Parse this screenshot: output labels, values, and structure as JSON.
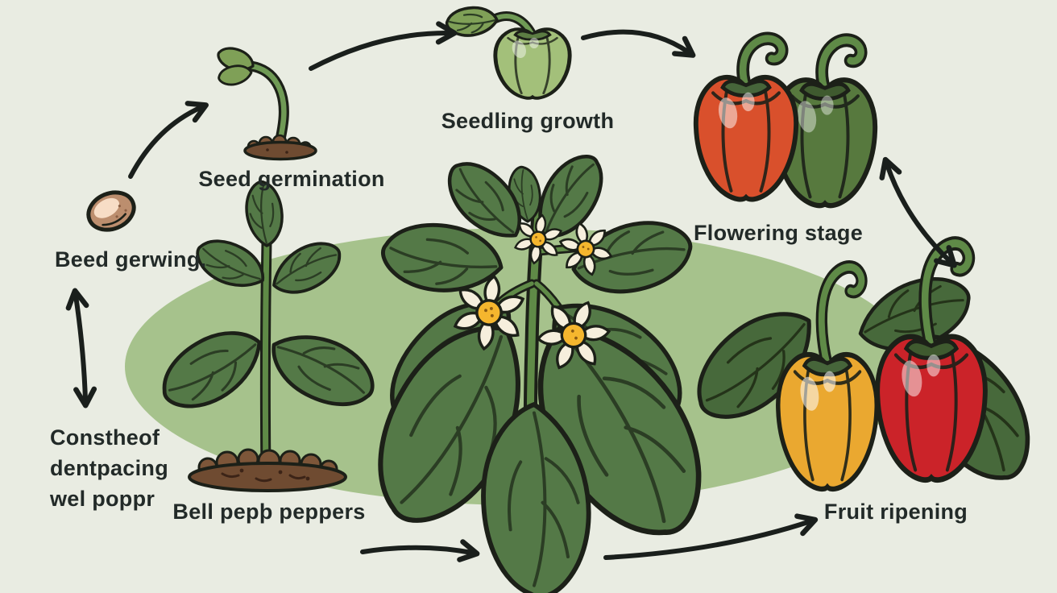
{
  "figure": {
    "type": "illustrated-life-cycle-diagram",
    "subject": "Bell pepper plant life cycle"
  },
  "stages": [
    {
      "id": "seed",
      "caption": "Beed gerwing."
    },
    {
      "id": "germination",
      "caption": "Seed germination"
    },
    {
      "id": "seedling",
      "caption": "Seedling growth"
    },
    {
      "id": "flowering",
      "caption": "Flowering stage"
    },
    {
      "id": "fruit-ripening",
      "caption": "Fruit ripening"
    },
    {
      "id": "mature-plant",
      "caption": "Bell pepþ peppers"
    }
  ],
  "side_note": [
    "Constheof",
    "dentpacing",
    "wel poppr"
  ],
  "icons": {
    "seed-illustration": "brown seed",
    "sprout-illustration": "sprout in soil mound",
    "seedling-pepper-illustration": "small green pepper with leaf",
    "flowering-peppers-illustration": "orange-red and green bell peppers",
    "fruit-peppers-illustration": "yellow and red bell peppers with leaves",
    "flowering-plant-illustration": "pepper plant with white blossoms",
    "young-plant-illustration": "young plant in soil mound",
    "curved-arrow-icon": "black curved connector arrow",
    "double-arrow-icon": "black double-headed curved arrow"
  },
  "colors": {
    "background": "#e9ece2",
    "stage_ellipse": "#a6c28c",
    "leaf_green": "#547947",
    "leaf_dark_green": "#47693b",
    "stem_green": "#5f8a47",
    "outline": "#1c2018",
    "soil_brown": "#6f4b31",
    "soil_bump": "#7d5639",
    "seed_brown": "#bc8e6e",
    "seed_highlight": "#f7ddc6",
    "pepper_orange_red": "#d9502c",
    "pepper_green": "#57793e",
    "pepper_yellow": "#eaa830",
    "pepper_red": "#cb2329",
    "seedling_pepper_green": "#a3c07a",
    "flower_petal": "#f6efdd",
    "flower_center": "#f5b62e",
    "arrow_black": "#1a1f1c",
    "text": "#222a28"
  }
}
